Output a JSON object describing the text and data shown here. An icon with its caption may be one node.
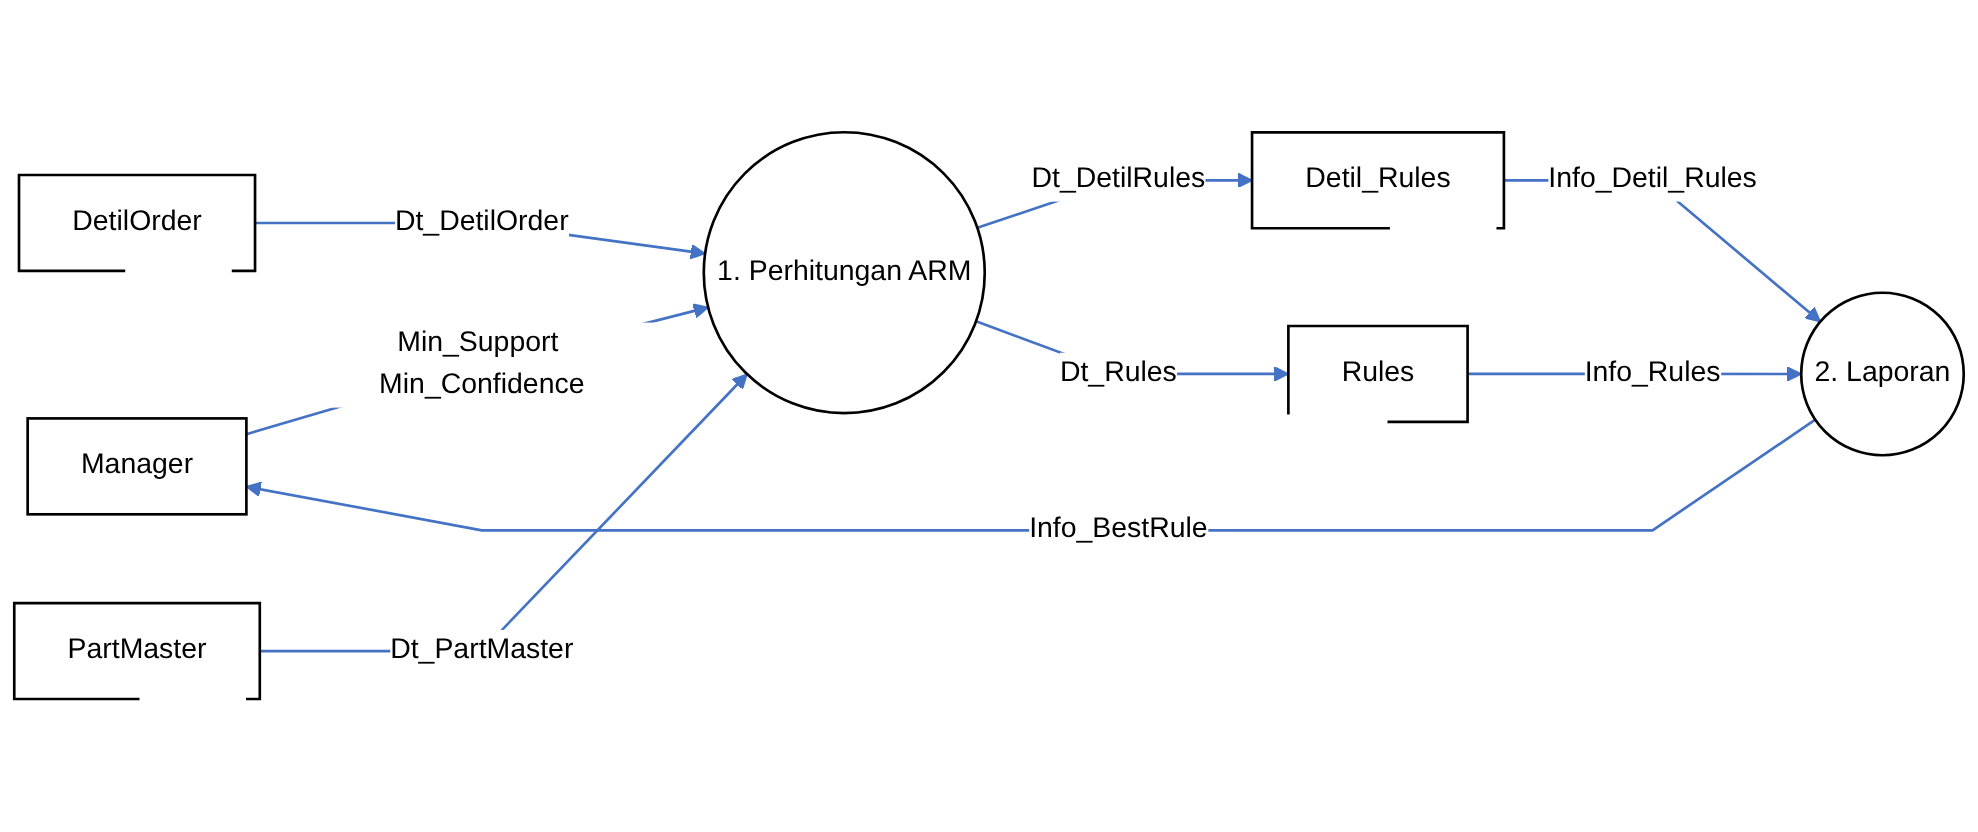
{
  "diagram": {
    "nodes": [
      {
        "text": [
          "Manager"
        ]
      },
      {
        "text": [
          "1. Perhitungan ARM"
        ]
      },
      {
        "text": [
          "DetilOrder"
        ]
      },
      {
        "text": [
          "PartMaster"
        ]
      },
      {
        "text": [
          "Detil_Rules"
        ]
      },
      {
        "text": [
          "Rules"
        ]
      },
      {
        "text": [
          "2. Laporan"
        ]
      }
    ],
    "edges": [
      {
        "from": 0,
        "to": 1,
        "arrow": "to",
        "label": "Min_Support Min_Confidence"
      },
      {
        "from": 2,
        "to": 1,
        "arrow": "to",
        "label": "Dt_DetilOrder"
      },
      {
        "from": 3,
        "to": 1,
        "arrow": "to",
        "label": "Dt_PartMaster"
      },
      {
        "from": 1,
        "to": 4,
        "arrow": "to",
        "label": "Dt_DetilRules"
      },
      {
        "from": 1,
        "to": 5,
        "arrow": "to",
        "label": "Dt_Rules"
      },
      {
        "from": 5,
        "to": 6,
        "arrow": "to",
        "label": "Info_Rules"
      },
      {
        "from": 4,
        "to": 6,
        "arrow": "to",
        "label": "Info_Detil_Rules"
      },
      {
        "from": 6,
        "to": 0,
        "arrow": "to",
        "label": "Info_BestRule"
      }
    ]
  }
}
